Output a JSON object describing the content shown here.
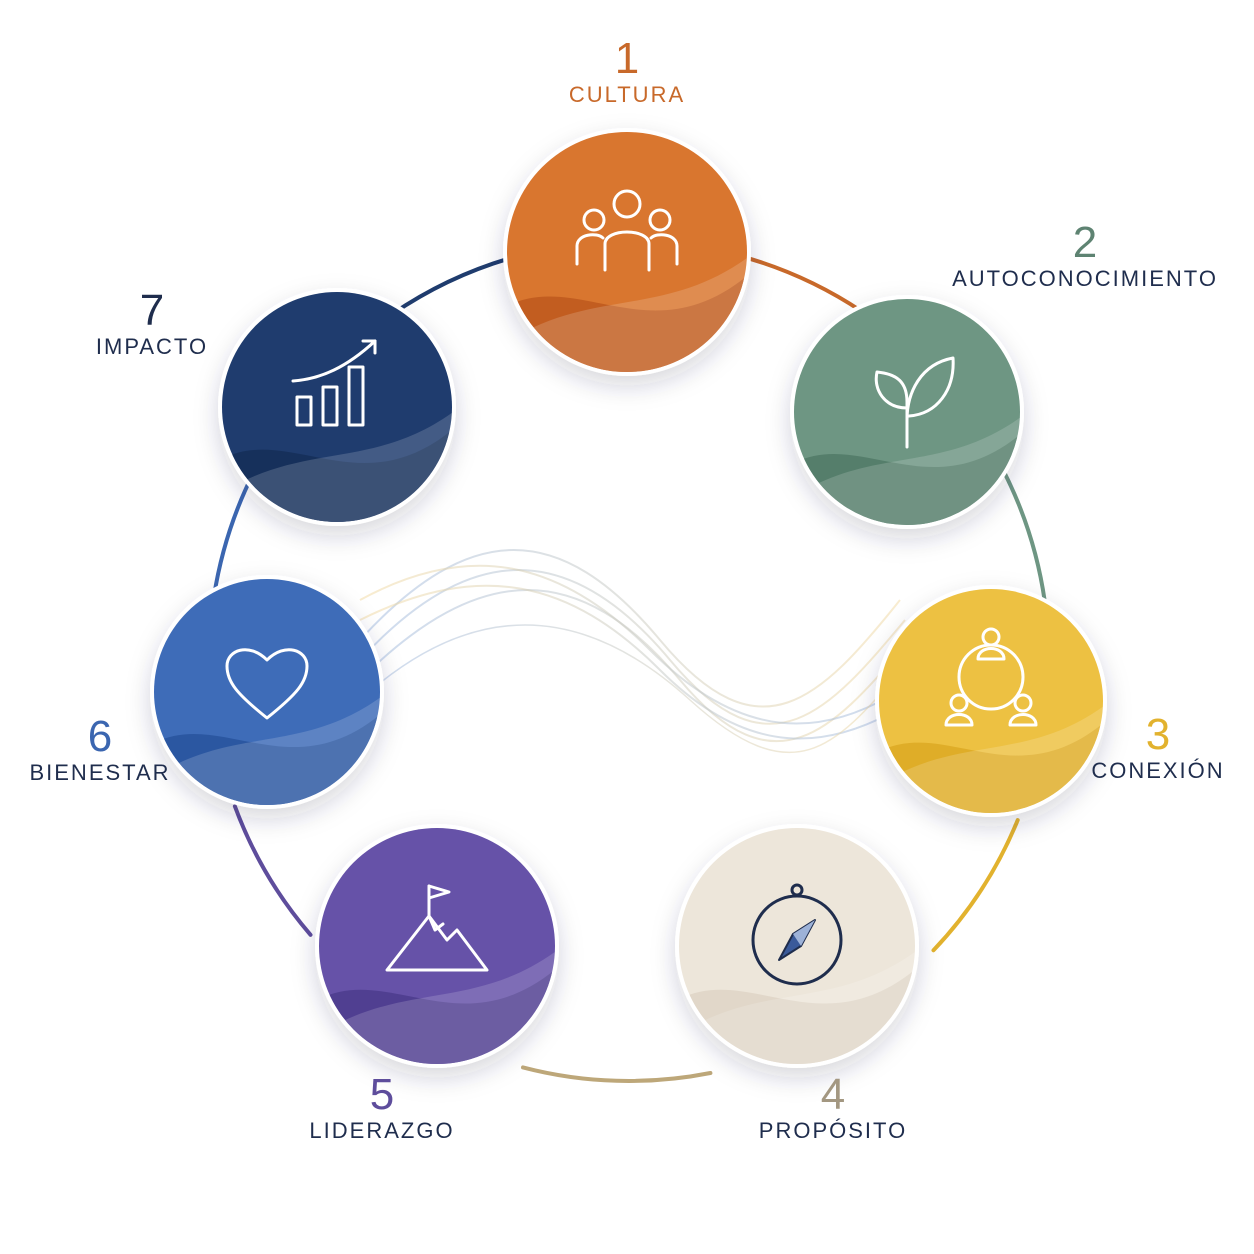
{
  "nodes": [
    {
      "number": "1",
      "name": "CULTURA",
      "icon": "people-group-icon",
      "color": "#D9762F",
      "accent": "#B9561C",
      "number_color": "#C8692A",
      "name_color": "#C8692A",
      "connector_color": "#C8692A"
    },
    {
      "number": "2",
      "name": "AUTOCONOCIMIENTO",
      "icon": "sprout-icon",
      "color": "#6E9683",
      "accent": "#4E7563",
      "number_color": "#5E8372",
      "name_color": "#1F2D4D",
      "connector_color": "#6E9683"
    },
    {
      "number": "3",
      "name": "CONEXIÓN",
      "icon": "network-people-icon",
      "color": "#EDC142",
      "accent": "#D9A520",
      "number_color": "#E2B22E",
      "name_color": "#1F2D4D",
      "connector_color": "#E2B22E"
    },
    {
      "number": "4",
      "name": "PROPÓSITO",
      "icon": "compass-icon",
      "color": "#EDE6DA",
      "accent": "#DCD2C3",
      "number_color": "#A39781",
      "name_color": "#1F2D4D",
      "connector_color": "#BDA779"
    },
    {
      "number": "5",
      "name": "LIDERAZGO",
      "icon": "mountain-flag-icon",
      "color": "#6652A8",
      "accent": "#4A3A8A",
      "number_color": "#5E4D9C",
      "name_color": "#1F2D4D",
      "connector_color": "#5E4D9C"
    },
    {
      "number": "6",
      "name": "BIENESTAR",
      "icon": "heart-icon",
      "color": "#3E6CB8",
      "accent": "#26509A",
      "number_color": "#3B66B0",
      "name_color": "#1F2D4D",
      "connector_color": "#3B66B0"
    },
    {
      "number": "7",
      "name": "IMPACTO",
      "icon": "growth-chart-icon",
      "color": "#1F3C6E",
      "accent": "#142C55",
      "number_color": "#1F2D4D",
      "name_color": "#1F2D4D",
      "connector_color": "#1F3C6E"
    }
  ]
}
